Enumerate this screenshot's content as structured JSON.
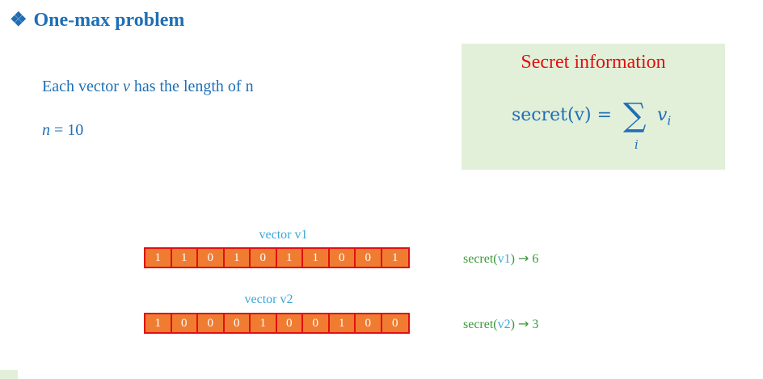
{
  "title": {
    "bullet": "❖",
    "text": "One-max problem"
  },
  "description": {
    "prefix": "Each vector ",
    "var": "v",
    "suffix": " has the length of n"
  },
  "param": {
    "var": "n",
    "rest": " = 10"
  },
  "secret_box": {
    "title": "Secret information",
    "formula_lhs": "secret(v) =",
    "sigma": "∑",
    "index": "i",
    "term": "v",
    "term_sub": "i"
  },
  "vectors": [
    {
      "label": "vector v1",
      "cells": [
        "1",
        "1",
        "0",
        "1",
        "0",
        "1",
        "1",
        "0",
        "0",
        "1"
      ],
      "result_prefix": "secret(",
      "result_var": "v1",
      "result_suffix": ")",
      "arrow": "→",
      "result_value": "6"
    },
    {
      "label": "vector v2",
      "cells": [
        "1",
        "0",
        "0",
        "0",
        "1",
        "0",
        "0",
        "1",
        "0",
        "0"
      ],
      "result_prefix": "secret(",
      "result_var": "v2",
      "result_suffix": ")",
      "arrow": "→",
      "result_value": "3"
    }
  ],
  "colors": {
    "title": "#1f6fb5",
    "secret_title": "#e01010",
    "box_bg": "#e3f0d9",
    "cell_fill": "#f07c32",
    "cell_border": "#e01010",
    "vec_label": "#3aa6d8",
    "result": "#3a9a3a"
  }
}
